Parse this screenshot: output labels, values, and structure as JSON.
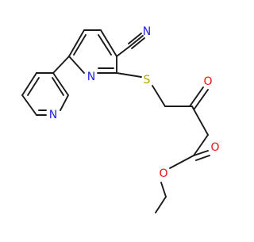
{
  "colors": {
    "bond": "#1a1a1a",
    "nitrogen": "#2222ee",
    "oxygen": "#ee1111",
    "sulfur": "#b3a100",
    "background": "#ffffff"
  },
  "atoms": {
    "cn_nitrogen": "N",
    "pyridine_nitrogen_upper": "N",
    "pyridine_nitrogen_lower": "N",
    "thioether_sulfur": "S",
    "ketone_oxygen": "O",
    "ester_carbonyl_oxygen": "O",
    "ester_ether_oxygen": "O"
  }
}
